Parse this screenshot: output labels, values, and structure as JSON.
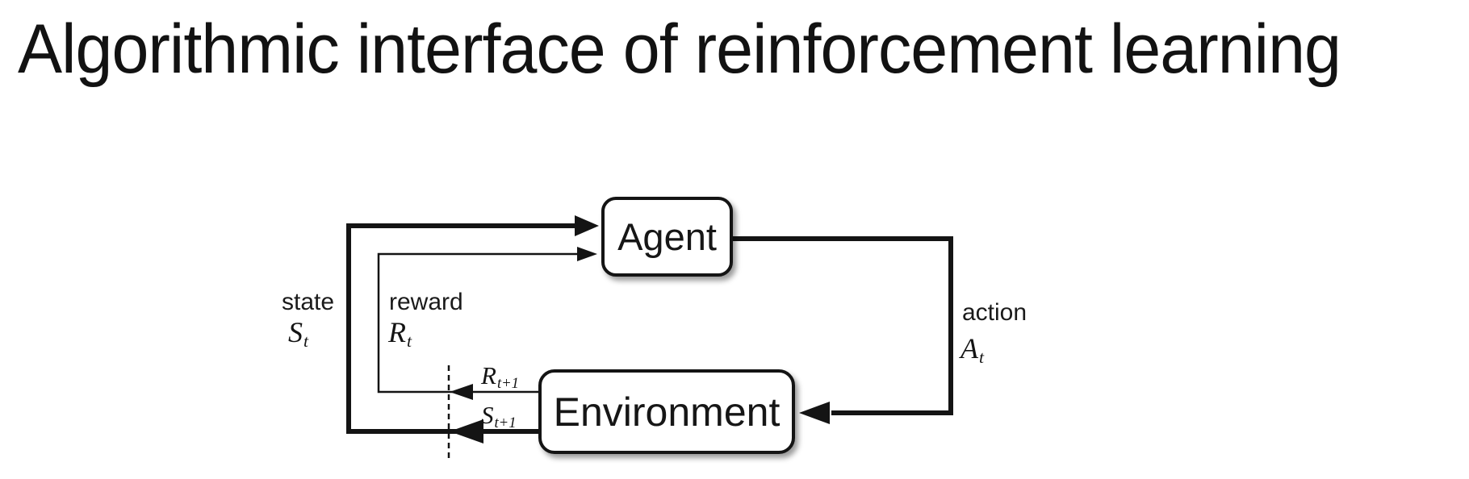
{
  "title": "Algorithmic interface of reinforcement learning",
  "diagram": {
    "nodes": {
      "agent": {
        "label": "Agent"
      },
      "environment": {
        "label": "Environment"
      }
    },
    "edge_labels": {
      "state": {
        "word": "state"
      },
      "reward": {
        "word": "reward"
      },
      "action": {
        "word": "action"
      }
    },
    "symbols": {
      "state_t": {
        "base": "S",
        "sub": "t"
      },
      "reward_t": {
        "base": "R",
        "sub": "t"
      },
      "action_t": {
        "base": "A",
        "sub": "t"
      },
      "reward_t_plus": {
        "base": "R",
        "sub": "t+1"
      },
      "state_t_plus": {
        "base": "S",
        "sub": "t+1"
      }
    },
    "colors": {
      "line": "#141414",
      "box_border": "#141414",
      "background": "#ffffff"
    }
  }
}
